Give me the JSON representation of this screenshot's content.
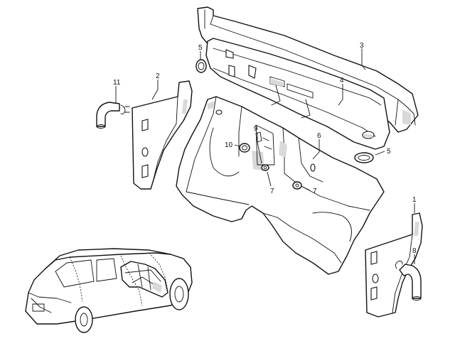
{
  "callouts": [
    {
      "id": "c1",
      "text": "1"
    },
    {
      "id": "c2",
      "text": "2"
    },
    {
      "id": "c3",
      "text": "3"
    },
    {
      "id": "c4",
      "text": "4"
    },
    {
      "id": "c5a",
      "text": "5"
    },
    {
      "id": "c5b",
      "text": "5"
    },
    {
      "id": "c6",
      "text": "6"
    },
    {
      "id": "c7a",
      "text": "7"
    },
    {
      "id": "c7b",
      "text": "7"
    },
    {
      "id": "c8",
      "text": "8"
    },
    {
      "id": "c9",
      "text": "9"
    },
    {
      "id": "c10",
      "text": "10"
    },
    {
      "id": "c11",
      "text": "11"
    }
  ]
}
